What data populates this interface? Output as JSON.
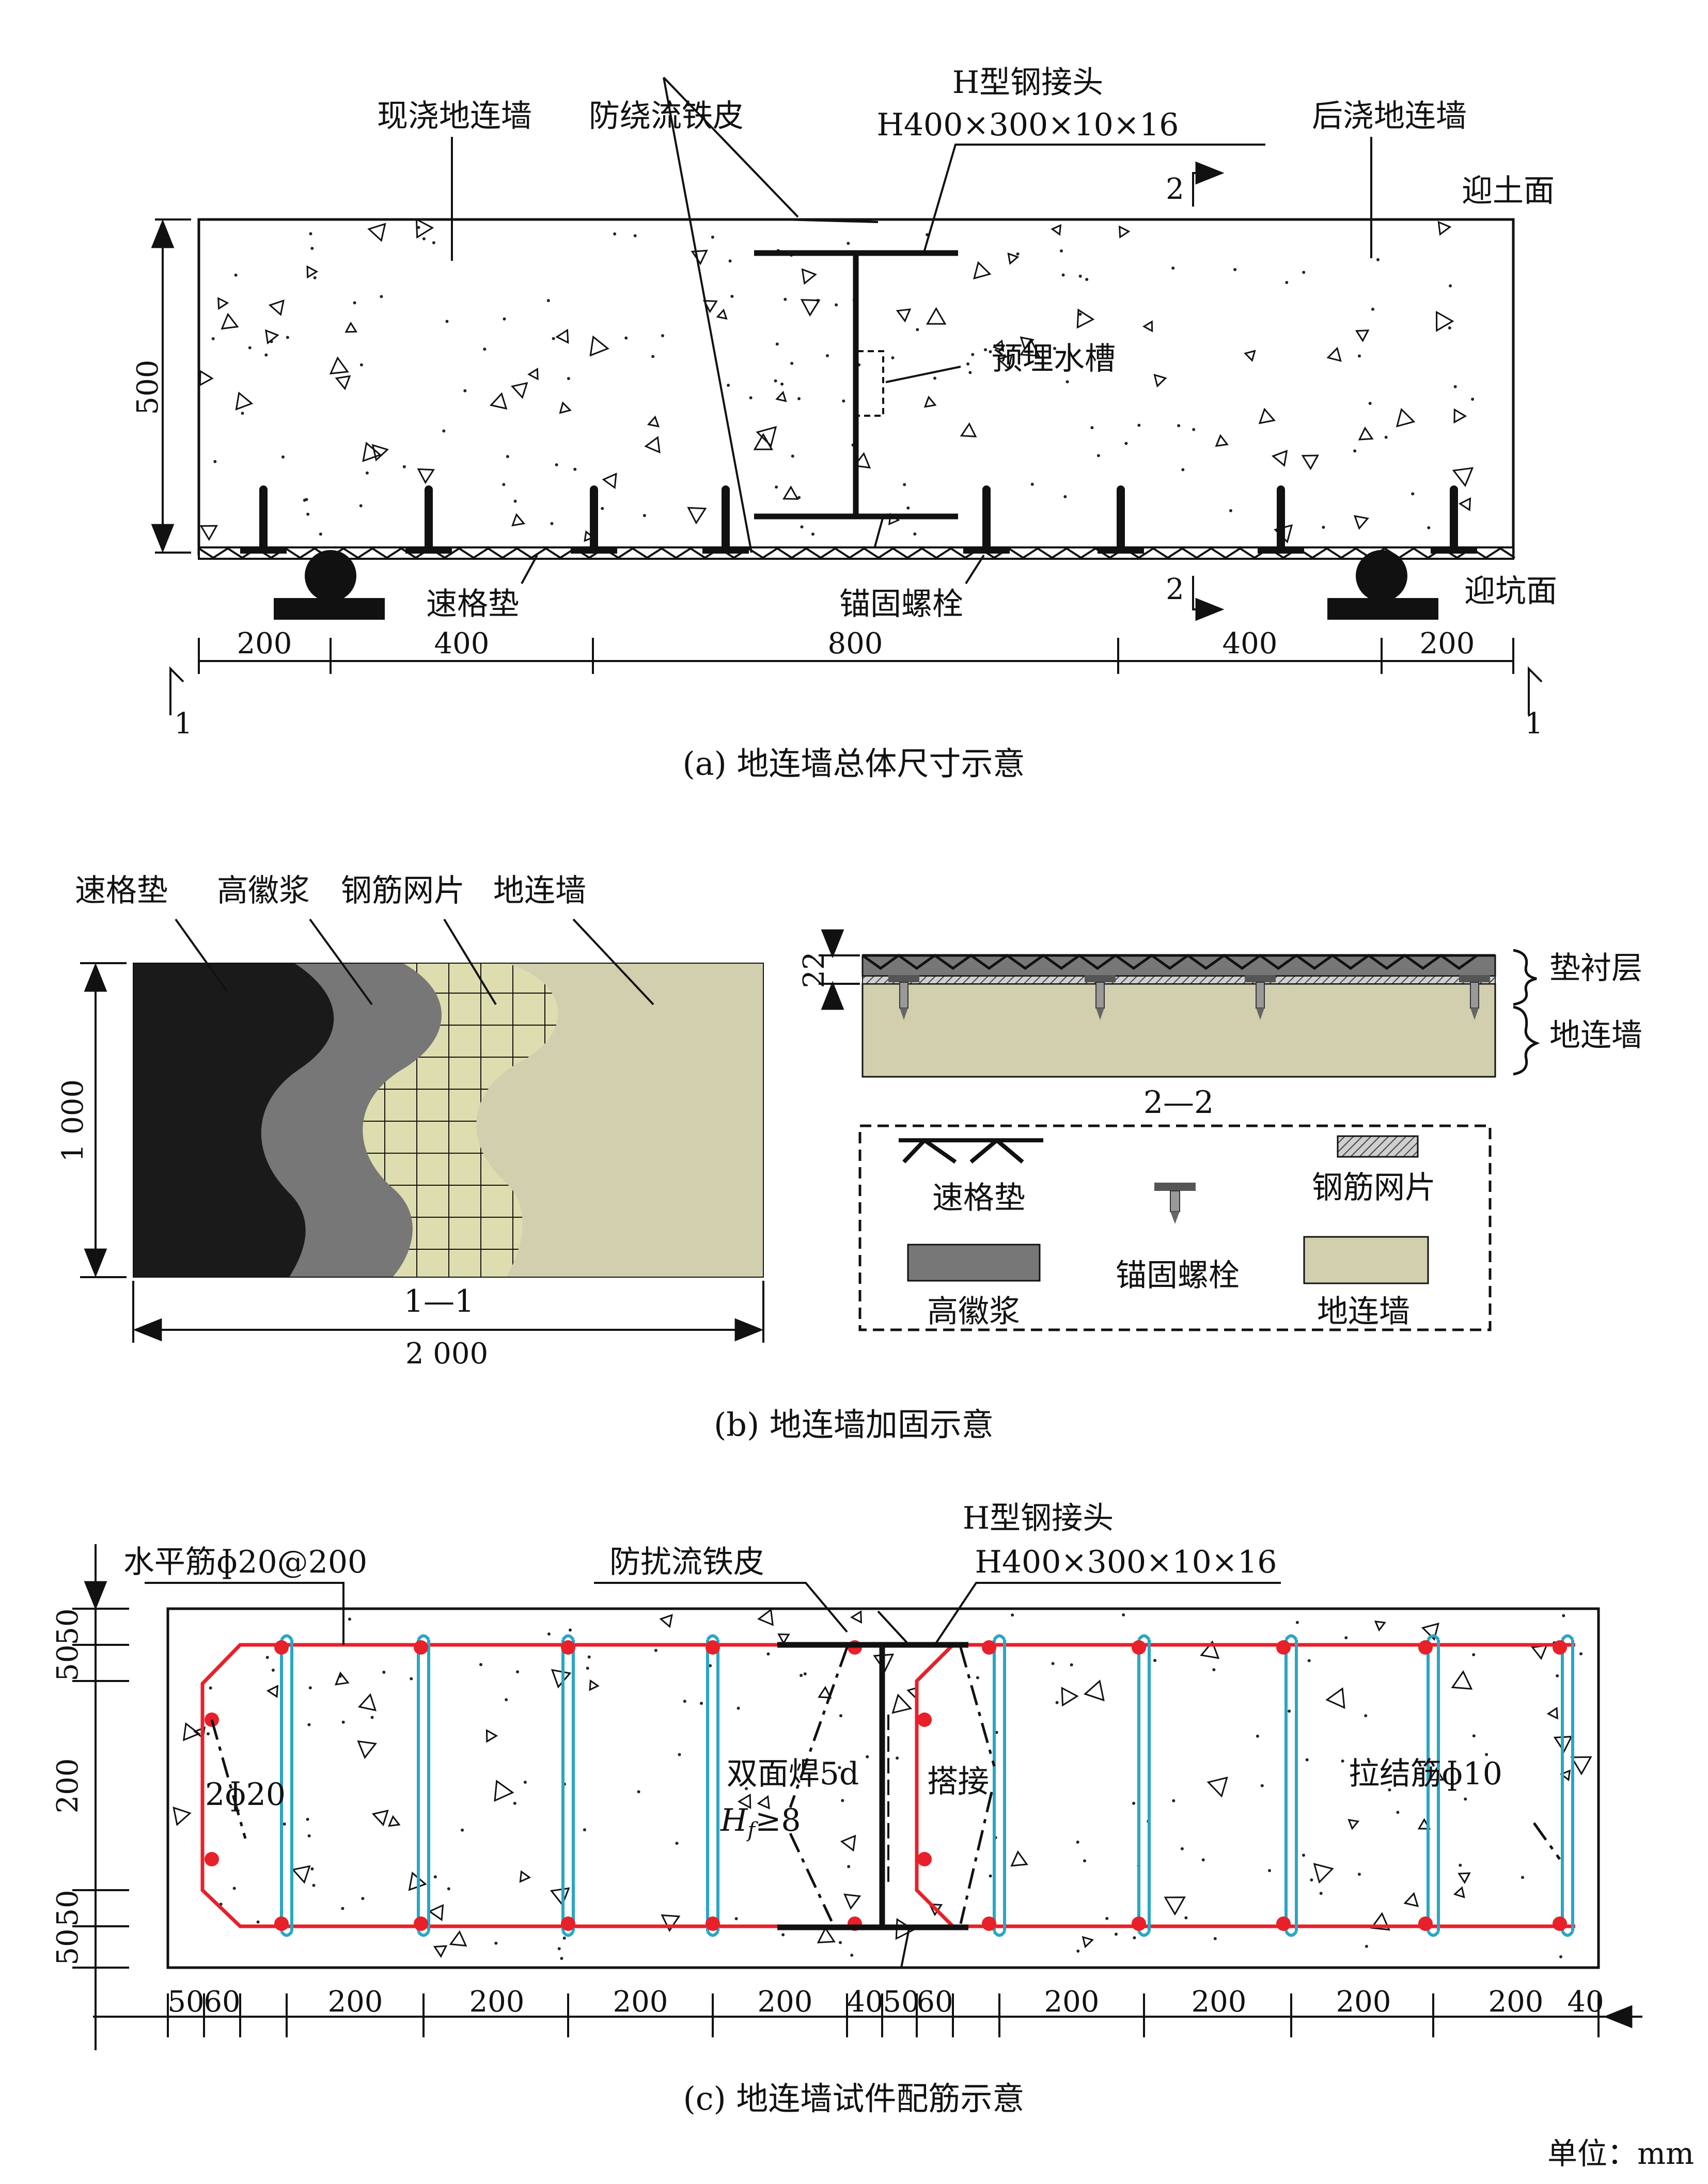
{
  "panel_a": {
    "labels": {
      "cast_wall": "现浇地连墙",
      "anti_flow": "防绕流铁皮",
      "h_joint": "H型钢接头",
      "h_spec": "H400×300×10×16",
      "post_wall": "后浇地连墙",
      "soil_face": "迎土面",
      "pit_face": "迎坑面",
      "water_groove": "预埋水槽",
      "mat": "速格垫",
      "bolt": "锚固螺栓",
      "section_2_top": "2",
      "section_2_bot": "2",
      "section_1_left": "1",
      "section_1_right": "1"
    },
    "height_dim": "500",
    "bottom_dims": [
      "200",
      "400",
      "800",
      "400",
      "200"
    ],
    "caption": "(a) 地连墙总体尺寸示意"
  },
  "panel_b": {
    "labels": {
      "mat": "速格垫",
      "grout": "高徽浆",
      "mesh": "钢筋网片",
      "wall": "地连墙"
    },
    "height_dim": "1 000",
    "width_dim": "2 000",
    "section_11": "1—1",
    "section_22": "2—2",
    "thick_dim": "22",
    "layer_liner": "垫衬层",
    "layer_wall": "地连墙",
    "legend": {
      "mat": "速格垫",
      "bolt": "锚固螺栓",
      "mesh": "钢筋网片",
      "grout": "高徽浆",
      "wall": "地连墙"
    },
    "caption": "(b) 地连墙加固示意"
  },
  "panel_c": {
    "labels": {
      "horiz_rebar": "水平筋ɸ20@200",
      "anti_flow": "防扰流铁皮",
      "h_joint": "H型钢接头",
      "h_spec": "H400×300×10×16",
      "two_phi": "2ɸ20",
      "weld": "双面焊5d",
      "hf": "H",
      "hf_sub": "f",
      "hf_val": "≥8",
      "lap": "搭接",
      "tie": "拉结筋ɸ10"
    },
    "left_dims": [
      "50",
      "50",
      "200",
      "50",
      "50"
    ],
    "bottom_dims": [
      "50",
      "60",
      "200",
      "200",
      "200",
      "200",
      "40",
      "50",
      "60",
      "200",
      "200",
      "200",
      "200",
      "40"
    ],
    "caption": "(c) 地连墙试件配筋示意"
  },
  "unit": "单位：mm",
  "colors": {
    "rebar_red": "#e8202a",
    "tie_cyan": "#2aa6c4",
    "wall_beige": "#d2cfae",
    "grout_gray": "#777777",
    "mat_black": "#1a1a1a"
  }
}
